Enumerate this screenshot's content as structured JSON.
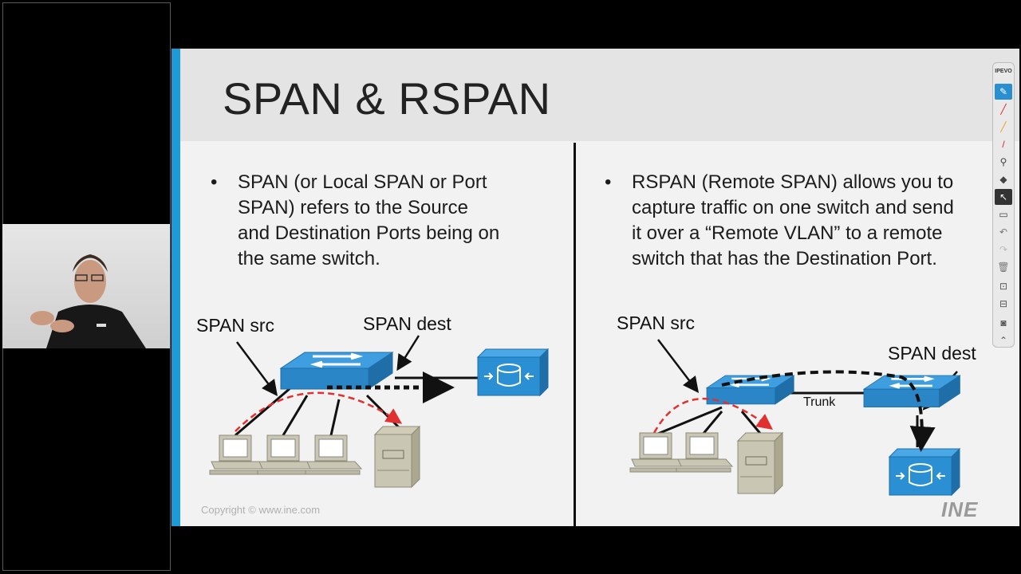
{
  "slide": {
    "title": "SPAN & RSPAN",
    "left_bullet": [
      "SPAN (or Local SPAN or Port",
      "SPAN) refers to the Source",
      "and Destination Ports being on",
      "the same switch."
    ],
    "right_bullet": [
      "RSPAN (Remote SPAN) allows you to",
      "capture traffic on one switch and send",
      "it over a “Remote VLAN” to a remote",
      "switch that has the Destination Port."
    ],
    "bullet_char": "•",
    "left_diagram": {
      "src_label": "SPAN src",
      "dest_label": "SPAN dest"
    },
    "right_diagram": {
      "src_label": "SPAN src",
      "dest_label": "SPAN dest",
      "trunk_label": "Trunk"
    },
    "copyright": "Copyright © www.ine.com",
    "logo": "INE"
  },
  "toolbar": {
    "brand": "IPEVO",
    "tools": [
      "pen-icon",
      "red-pen-icon",
      "orange-pen-icon",
      "line-icon",
      "stamp-icon",
      "eraser-icon",
      "pointer-icon",
      "whiteboard-icon",
      "undo-icon",
      "redo-icon",
      "trash-icon",
      "snapshot-icon",
      "region-icon",
      "camera-icon",
      "collapse-icon"
    ]
  },
  "colors": {
    "accent": "#1e9ad6",
    "switch_blue": "#2b8fd3",
    "red_dash": "#e03030"
  }
}
